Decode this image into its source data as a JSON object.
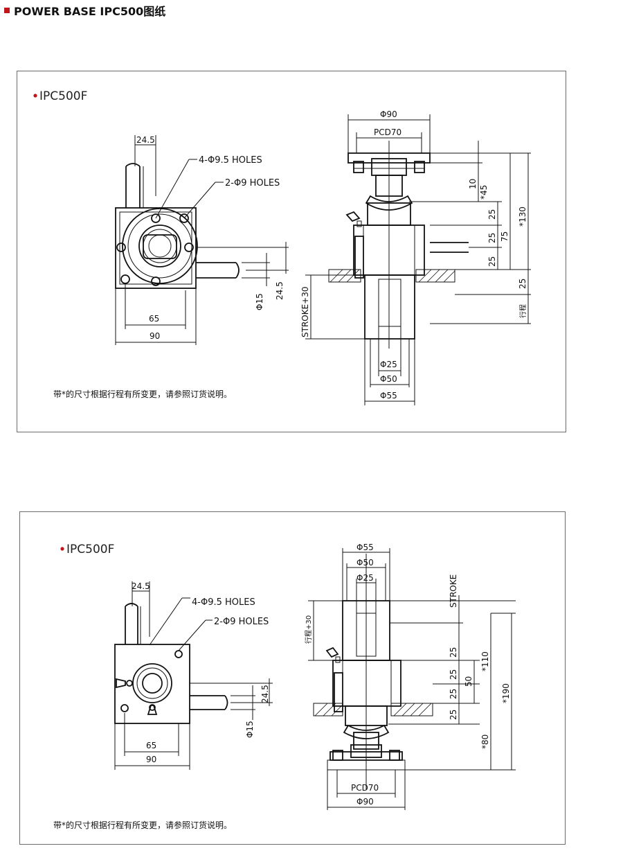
{
  "header": {
    "title": "POWER BASE IPC500图纸",
    "bullet_color": "#c0151b"
  },
  "panels": [
    {
      "title": "IPC500F",
      "holes_a": "4-Φ9.5 HOLES",
      "holes_b": "2-Φ9 HOLES",
      "left_dims": {
        "d24_5_top": "24.5",
        "d65": "65",
        "d90": "90",
        "d15": "Φ15",
        "d24_5_side": "24.5"
      },
      "right_dims": {
        "d90": "Φ90",
        "pcd": "PCD70",
        "d10": "10",
        "d45": "*45",
        "d25a": "25",
        "d25b": "25",
        "d25c": "25",
        "d75": "75",
        "d130": "*130",
        "d25d": "25",
        "stroke_text": "行程",
        "stroke30": "STROKE+30",
        "d25": "Φ25",
        "d50": "Φ50",
        "d55": "Φ55"
      },
      "note": "带*的尺寸根据行程有所变更，请参照订货说明。"
    },
    {
      "title": "IPC500F",
      "holes_a": "4-Φ9.5 HOLES",
      "holes_b": "2-Φ9 HOLES",
      "left_dims": {
        "d24_5_top": "24.5",
        "d65": "65",
        "d90": "90",
        "d15": "Φ15",
        "d24_5_side": "24.5"
      },
      "right_dims": {
        "d55": "Φ55",
        "d50": "Φ50",
        "d25": "Φ25",
        "stroke": "STROKE",
        "stroke30": "行程+30",
        "d25a": "25",
        "d25b": "25",
        "d25c": "25",
        "d25d": "25",
        "d50v": "50",
        "d110": "*110",
        "d190": "*190",
        "d80": "*80",
        "pcd": "PCD70",
        "d90": "Φ90"
      },
      "note": "带*的尺寸根据行程有所变更，请参照订货说明。"
    }
  ]
}
